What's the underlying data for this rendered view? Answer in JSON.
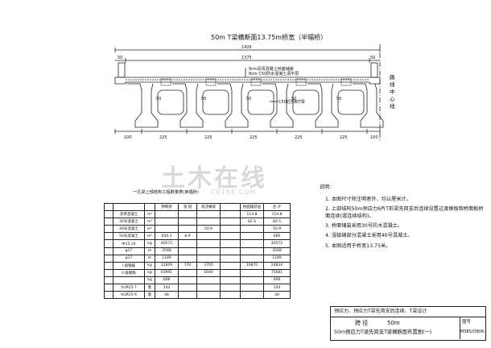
{
  "drawing": {
    "title": "50m T梁横断面13.75m桥宽（半幅桥）",
    "dim_total": "1426",
    "dim_inner": "1375",
    "dim_left": "50",
    "dim_right": "50",
    "deck_label_1": "9cm沥青混凝土桥面铺装",
    "deck_label_2": "8cm C50防水混凝土调平层",
    "girder_label": "C50砼预制T梁",
    "centerline_label": "路线中心线",
    "web_labels": [
      "50",
      "50",
      "50",
      "50",
      "50"
    ],
    "bottom_dims": [
      "100",
      "225",
      "225",
      "225",
      "225",
      "225",
      "100"
    ]
  },
  "watermark": {
    "main": "土木在线",
    "sub": "C0188.COM"
  },
  "table": {
    "title": "一孔梁上部结构工程数量表(单幅桥)",
    "rows": [
      [
        "",
        "",
        "",
        "预制梁",
        "湿 接",
        "现浇横梁",
        "",
        "桥面铺装层",
        "合 计"
      ],
      [
        "",
        "沥青混凝土",
        "m³",
        "",
        "",
        "",
        "",
        "114.8",
        "114.8"
      ],
      [
        "",
        "30号混凝土",
        "m³",
        "",
        "",
        "",
        "",
        "82.5",
        "82.5"
      ],
      [
        "",
        "40号混凝土",
        "m³",
        "",
        "",
        "50.9",
        "",
        "",
        "50.9"
      ],
      [
        "",
        "50号混凝土",
        "m³",
        "650.1",
        "8.9",
        "",
        "",
        "",
        "660"
      ],
      [
        "",
        "中15.24",
        "kg",
        "40572",
        "",
        "",
        "",
        "",
        "40572"
      ],
      [
        "",
        "φ17",
        "m",
        "3568",
        "",
        "",
        "",
        "",
        "3568"
      ],
      [
        "",
        "φ17",
        "m",
        "1189",
        "",
        "",
        "",
        "",
        "1189"
      ],
      [
        "",
        "I 级钢筋",
        "kg",
        "12609",
        "720",
        "3705",
        "",
        "10870",
        "24834"
      ],
      [
        "",
        "II 级钢筋",
        "kg",
        "63991",
        "",
        "5690",
        "",
        "",
        "75681"
      ],
      [
        "",
        "",
        "kg",
        "608",
        "",
        "",
        "",
        "",
        "608"
      ],
      [
        "",
        "VLM15-7",
        "套",
        "144",
        "",
        "",
        "",
        "",
        "144"
      ],
      [
        "",
        "VLM15-9",
        "套",
        "48",
        "",
        "",
        "",
        "",
        "48"
      ]
    ]
  },
  "notes": {
    "heading": "说明：",
    "items": [
      "1. 本图尺寸除注明者外，均以厘米计。",
      "2. 上部结构50m预应力6片T形梁先简支后连续设置过渡墩板和桥面板桥面连续(或连续结构)。",
      "3. 桥面铺装采用30号防水混凝土。",
      "4. 湿接缝部分混凝土采用40号混凝土。",
      "5. 本图适用于桥宽13.75米。"
    ]
  },
  "title_block": {
    "line1": "预应力、预应力T梁先简支后连续、T梁设计",
    "line2_label": "跨 径",
    "line2_value": "50m",
    "line3": "50m预应力T梁先简支T梁横断面布置图(一)",
    "drawing_no_label": "图号",
    "drawing_no": "MS8S/QB0K-"
  }
}
